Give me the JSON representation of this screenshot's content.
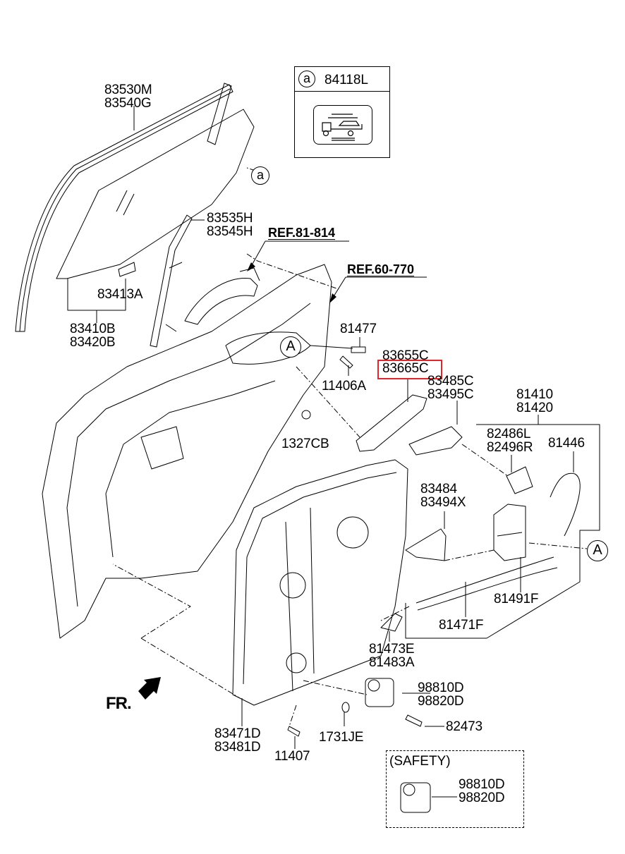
{
  "diagram": {
    "title": "Rear Door Window Regulator & Lock Assembly",
    "legend": {
      "marker": "a",
      "code": "84118L",
      "icon": "tow-truck-icon"
    },
    "refs": [
      {
        "id": "ref-81-814",
        "text": "REF.81-814"
      },
      {
        "id": "ref-60-770",
        "text": "REF.60-770"
      }
    ],
    "markers": {
      "a_glass": "a",
      "A_handle": "A",
      "A_lock": "A"
    },
    "direction_label": "FR.",
    "safety_box": {
      "title": "(SAFETY)",
      "codes": [
        "98810D",
        "98820D"
      ]
    },
    "highlight_color": "#e0262a",
    "highlighted_part": "83665C",
    "parts": [
      {
        "id": "p83530m",
        "codes": [
          "83530M",
          "83540G"
        ]
      },
      {
        "id": "p83535h",
        "codes": [
          "83535H",
          "83545H"
        ]
      },
      {
        "id": "p83413a",
        "codes": [
          "83413A"
        ]
      },
      {
        "id": "p83410b",
        "codes": [
          "83410B",
          "83420B"
        ]
      },
      {
        "id": "p81477",
        "codes": [
          "81477"
        ]
      },
      {
        "id": "p83655c",
        "codes": [
          "83655C"
        ]
      },
      {
        "id": "p83665c",
        "codes": [
          "83665C"
        ]
      },
      {
        "id": "p11406a",
        "codes": [
          "11406A"
        ]
      },
      {
        "id": "p83485c",
        "codes": [
          "83485C",
          "83495C"
        ]
      },
      {
        "id": "p81410",
        "codes": [
          "81410",
          "81420"
        ]
      },
      {
        "id": "p1327cb",
        "codes": [
          "1327CB"
        ]
      },
      {
        "id": "p82486l",
        "codes": [
          "82486L",
          "82496R"
        ]
      },
      {
        "id": "p81446",
        "codes": [
          "81446"
        ]
      },
      {
        "id": "p83484",
        "codes": [
          "83484",
          "83494X"
        ]
      },
      {
        "id": "p81491f",
        "codes": [
          "81491F"
        ]
      },
      {
        "id": "p81471f",
        "codes": [
          "81471F"
        ]
      },
      {
        "id": "p81473e",
        "codes": [
          "81473E",
          "81483A"
        ]
      },
      {
        "id": "p98810d",
        "codes": [
          "98810D",
          "98820D"
        ]
      },
      {
        "id": "p82473",
        "codes": [
          "82473"
        ]
      },
      {
        "id": "p83471d",
        "codes": [
          "83471D",
          "83481D"
        ]
      },
      {
        "id": "p11407",
        "codes": [
          "11407"
        ]
      },
      {
        "id": "p1731je",
        "codes": [
          "1731JE"
        ]
      }
    ]
  }
}
